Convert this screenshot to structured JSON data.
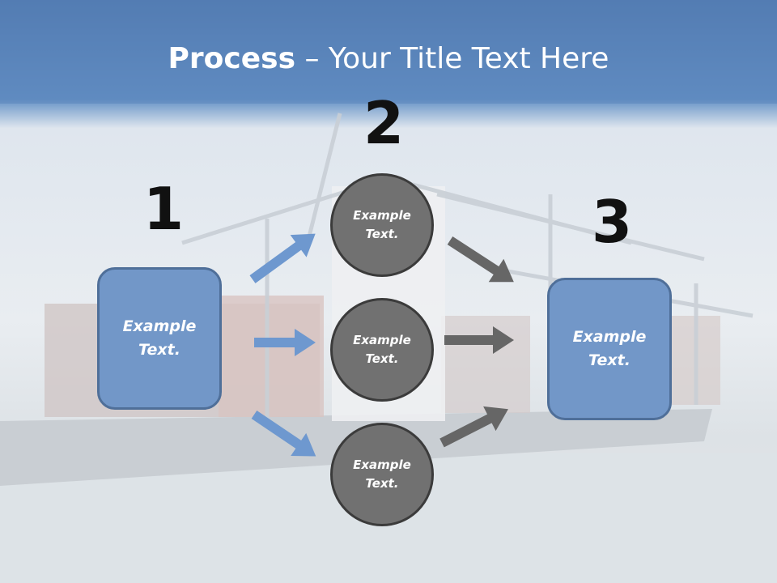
{
  "slide": {
    "title_bold": "Process",
    "title_rest": " – Your Title Text Here"
  },
  "steps": {
    "n1": "1",
    "n2": "2",
    "n3": "3"
  },
  "left_box": {
    "text_line1": "Example",
    "text_line2": "Text."
  },
  "right_box": {
    "text_line1": "Example",
    "text_line2": "Text."
  },
  "circles": [
    {
      "line1": "Example",
      "line2": "Text."
    },
    {
      "line1": "Example",
      "line2": "Text."
    },
    {
      "line1": "Example",
      "line2": "Text."
    }
  ],
  "colors": {
    "header_blue": "#5b85bb",
    "box_blue": "#7297c8",
    "circle_gray": "#717171",
    "arrow_blue": "#6e98cf",
    "arrow_gray": "#666666"
  }
}
